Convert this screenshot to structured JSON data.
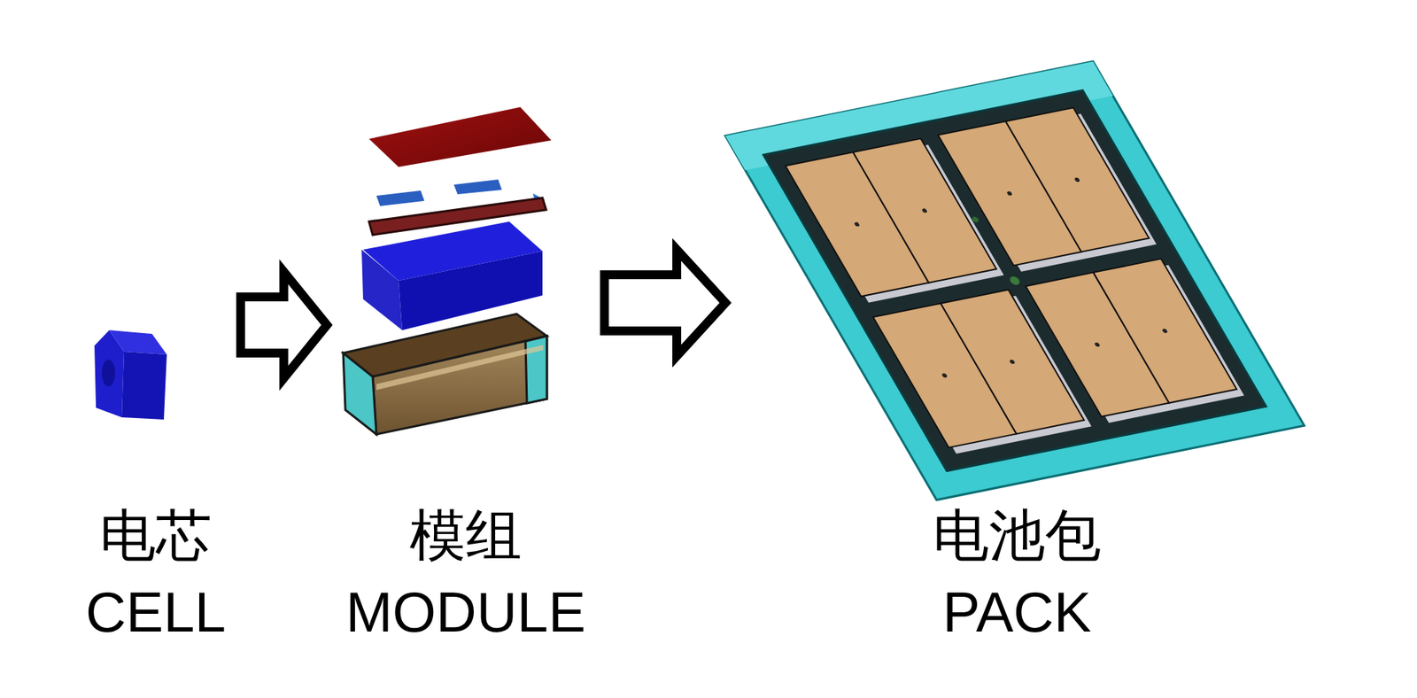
{
  "diagram": {
    "nodes": [
      {
        "text": [
          "电芯",
          "CELL"
        ]
      },
      {
        "text": [
          "模组",
          "MODULE"
        ]
      },
      {
        "text": [
          "电池包",
          "PACK"
        ]
      }
    ],
    "edges": [
      {
        "from": 0,
        "to": 1,
        "arrow": "to"
      },
      {
        "from": 1,
        "to": 2,
        "arrow": "to"
      }
    ]
  }
}
